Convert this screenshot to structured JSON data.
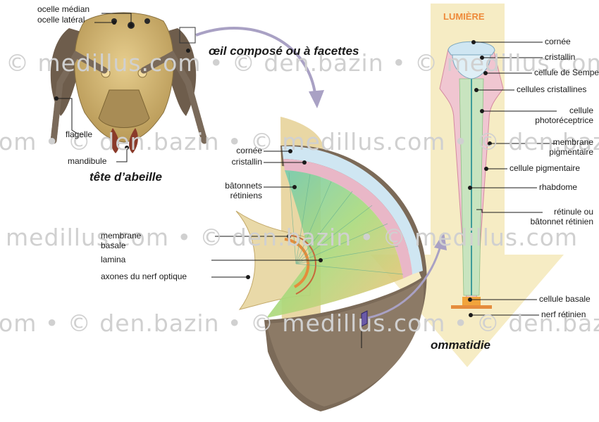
{
  "watermark": {
    "row1": "© medillus.com • © den.bazin • © medillus.com",
    "row2": "om • © den.bazin • © medillus.com • © den.bazin",
    "row3": "medillus.com • © den.bazin • © medillus.com",
    "row4": "om • © den.bazin • © medillus.com • © den.bazin"
  },
  "head": {
    "title": "tête d’abeille",
    "ocelle_median": "ocelle médian",
    "ocelle_lateral": "ocelle latéral",
    "flagelle": "flagelle",
    "mandibule": "mandibule"
  },
  "compound_eye": {
    "title": "œil composé ou à facettes",
    "cornee": "cornée",
    "cristallin": "cristallin",
    "batonnets_1": "bâtonnets",
    "batonnets_2": "rétiniens",
    "membrane_1": "membrane",
    "membrane_2": "basale",
    "lamina": "lamina",
    "axones": "axones du nerf optique",
    "ommatidie": "ommatidie"
  },
  "ommatidium": {
    "light": "LUMIÈRE",
    "cornee": "cornée",
    "cristallin": "cristallin",
    "semper": "cellule de Semper",
    "cristallines": "cellules cristallines",
    "photo_1": "cellule",
    "photo_2": "photoréceptrice",
    "membrane_pig_1": "membrane",
    "membrane_pig_2": "pigmentaire",
    "cellule_pig": "cellule pigmentaire",
    "rhabdome": "rhabdome",
    "retinule_1": "rétinule ou",
    "retinule_2": "bâtonnet rétinien",
    "basale": "cellule basale",
    "nerf": "nerf rétinien"
  },
  "colors": {
    "light_arrow": "#f6ecc4",
    "head_fill": "#d2b56f",
    "eye_dark": "#7b6a58",
    "cornea": "#cfe6f2",
    "retina_green": "#8fd0a4",
    "pink": "#e9b7c7",
    "lamina_orange": "#e58c3c",
    "leader_arrow": "#a9a1c4",
    "ommatidie_mark": "#6a5aa8",
    "text": "#1a1a1a"
  }
}
